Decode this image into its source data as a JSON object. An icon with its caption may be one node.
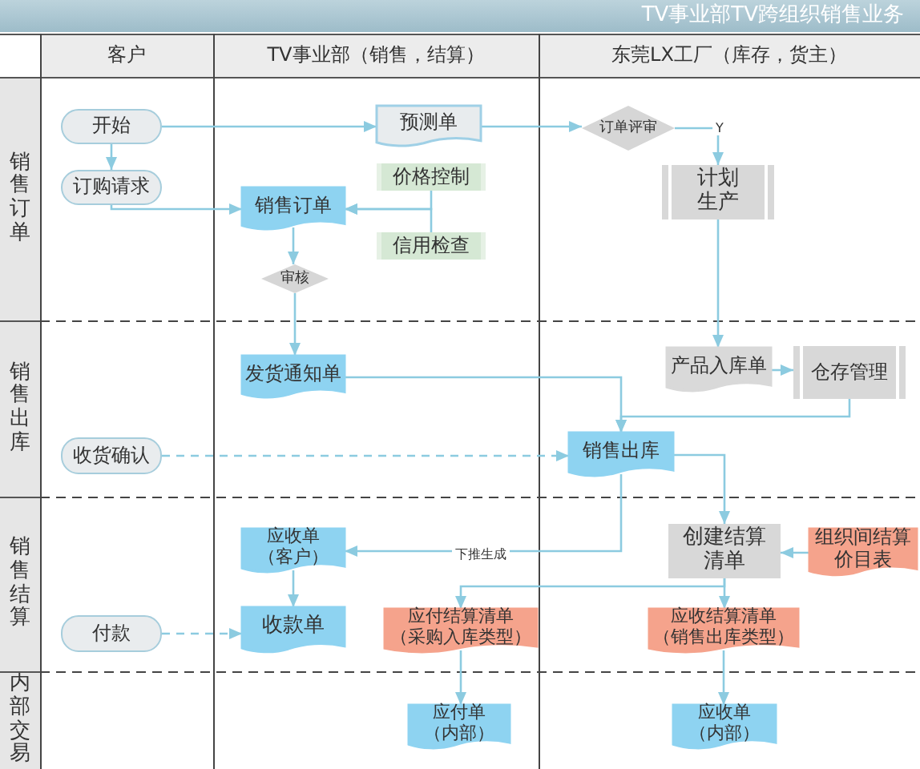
{
  "diagram": {
    "title": "TV事业部TV跨组织销售业务",
    "nodes": [
      {
        "text": [
          "开始"
        ]
      },
      {
        "text": [
          "预测单"
        ]
      },
      {
        "text": [
          "订单评审"
        ]
      },
      {
        "text": [
          "订购请求"
        ]
      },
      {
        "text": [
          "价格控制"
        ]
      },
      {
        "text": [
          "销售订单"
        ]
      },
      {
        "text": [
          "计划生产"
        ]
      },
      {
        "text": [
          "信用检查"
        ]
      },
      {
        "text": [
          "审核"
        ]
      },
      {
        "text": [
          "发货通知单"
        ]
      },
      {
        "text": [
          "产品入库单"
        ]
      },
      {
        "text": [
          "仓存管理"
        ]
      },
      {
        "text": [
          "收货确认"
        ]
      },
      {
        "text": [
          "销售出库"
        ]
      },
      {
        "text": [
          "应收单（客户）"
        ]
      },
      {
        "text": [
          "创建结算清单"
        ]
      },
      {
        "text": [
          "组织间结算价目表"
        ]
      },
      {
        "text": [
          "付款"
        ]
      },
      {
        "text": [
          "收款单"
        ]
      },
      {
        "text": [
          "应付结算清单（采购入库类型）"
        ]
      },
      {
        "text": [
          "应收结算清单（销售出库类型）"
        ]
      },
      {
        "text": [
          "应付单（内部）"
        ]
      },
      {
        "text": [
          "应收单（内部）"
        ]
      }
    ],
    "edges": [
      {
        "from": 0,
        "to": 1,
        "arrow": "to"
      },
      {
        "from": 1,
        "to": 2,
        "arrow": "to"
      },
      {
        "from": 2,
        "to": 6,
        "arrow": "to",
        "label": "Y"
      },
      {
        "from": 0,
        "to": 3,
        "arrow": "to"
      },
      {
        "from": 3,
        "to": 5,
        "arrow": "to"
      },
      {
        "from": 4,
        "to": 5,
        "arrow": "to"
      },
      {
        "from": 7,
        "to": 5,
        "arrow": "to"
      },
      {
        "from": 5,
        "to": 8,
        "arrow": "to"
      },
      {
        "from": 8,
        "to": 9,
        "arrow": "to"
      },
      {
        "from": 6,
        "to": 10,
        "arrow": "to"
      },
      {
        "from": 10,
        "to": 11,
        "arrow": "to"
      },
      {
        "from": 9,
        "to": 13,
        "arrow": "to"
      },
      {
        "from": 11,
        "to": 13,
        "arrow": "to"
      },
      {
        "from": 12,
        "to": 13,
        "arrow": "to",
        "style": "dashed"
      },
      {
        "from": 13,
        "to": 15,
        "arrow": "to"
      },
      {
        "from": 13,
        "to": 14,
        "arrow": "to",
        "label": "下推生成"
      },
      {
        "from": 16,
        "to": 15,
        "arrow": "to"
      },
      {
        "from": 14,
        "to": 18,
        "arrow": "to"
      },
      {
        "from": 17,
        "to": 18,
        "arrow": "to",
        "style": "dashed"
      },
      {
        "from": 15,
        "to": 19,
        "arrow": "to"
      },
      {
        "from": 15,
        "to": 20,
        "arrow": "to"
      },
      {
        "from": 19,
        "to": 21,
        "arrow": "to"
      },
      {
        "from": 20,
        "to": 22,
        "arrow": "to"
      }
    ],
    "labels": [
      "客户",
      "TV事业部（销售，结算）",
      "东莞LX工厂（库存，货主）",
      "销售订单",
      "销售出库",
      "销售结算",
      "内部交易"
    ]
  }
}
